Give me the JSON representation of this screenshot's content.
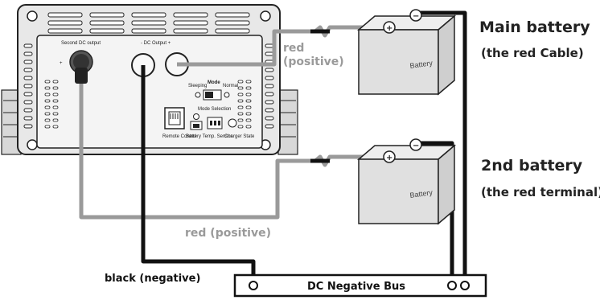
{
  "device": {
    "second_dc_output": "Second DC output",
    "dc_output": "- DC Output +",
    "plus": "+",
    "mode_title": "Mode",
    "mode_sleeping": "Sleeping",
    "mode_normal": "Normal",
    "mode_selection": "Mode Selection",
    "remote_control": "Remote Control",
    "battery_temp_sensor": "Battery Temp. Sensor",
    "charger_state": "Charger State"
  },
  "main_battery": {
    "title": "Main battery",
    "subtitle": "(the red Cable)",
    "label": "Battery"
  },
  "second_battery": {
    "title": "2nd battery",
    "subtitle": "(the red terminal)",
    "label": "Battery"
  },
  "wire_labels": {
    "red_top_1": "red",
    "red_top_2": "(positive)",
    "red_bottom": "red (positive)",
    "black": "black",
    "negative": "(negative)"
  },
  "bus": {
    "label": "DC Negative Bus"
  },
  "colors": {
    "red_wire": "#9a9a9a",
    "black_wire": "#111111",
    "device_fill": "#e6e6e6",
    "battery_fill": "#e0e0e0"
  }
}
